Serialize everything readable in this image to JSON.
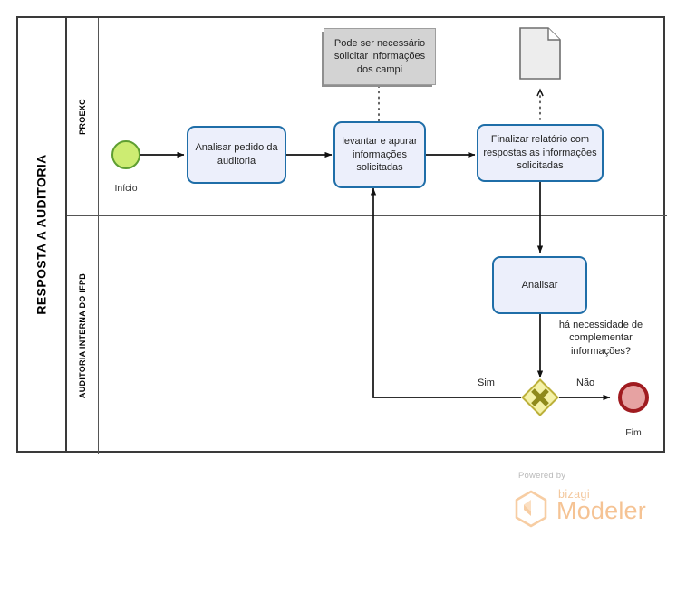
{
  "diagram": {
    "title": "RESPOSTA A AUDITORIA",
    "type": "bpmn-process-diagram",
    "pool": {
      "label": "RESPOSTA A AUDITORIA",
      "lanes": [
        {
          "id": "lane-proexc",
          "label": "PROEXC"
        },
        {
          "id": "lane-auditoria",
          "label": "AUDITORIA INTERNA DO IFPB"
        }
      ]
    },
    "events": [
      {
        "id": "start-event",
        "kind": "start",
        "label": "Início",
        "fill": "#cdec72",
        "stroke": "#5e9e31"
      },
      {
        "id": "end-event",
        "kind": "end",
        "label": "Fim",
        "fill": "#e6a2a2",
        "stroke": "#a01b20"
      }
    ],
    "tasks": [
      {
        "id": "task-analisar-pedido",
        "lane": "lane-proexc",
        "label": "Analisar pedido da auditoria"
      },
      {
        "id": "task-levantar-apurar",
        "lane": "lane-proexc",
        "label": "levantar e apurar informações solicitadas"
      },
      {
        "id": "task-finalizar-relatorio",
        "lane": "lane-proexc",
        "label": "Finalizar relatório com respostas as informações solicitadas"
      },
      {
        "id": "task-analisar",
        "lane": "lane-auditoria",
        "label": "Analisar"
      }
    ],
    "gateways": [
      {
        "id": "gateway-exclusive",
        "kind": "exclusive",
        "question": "há necessidade de complementar informações?",
        "fill": "#f5f2a8",
        "stroke": "#b5a832",
        "outgoing": [
          {
            "label": "Sim",
            "target": "task-levantar-apurar"
          },
          {
            "label": "Não",
            "target": "end-event"
          }
        ]
      }
    ],
    "artifacts": [
      {
        "id": "annotation-campi",
        "kind": "text-annotation",
        "label": "Pode ser necessário solicitar informações dos campi",
        "attached_to": "task-levantar-apurar"
      },
      {
        "id": "data-object-relatorio",
        "kind": "data-object",
        "label": "",
        "attached_to": "task-finalizar-relatorio"
      }
    ],
    "task_style": {
      "fill": "#eceffb",
      "stroke": "#1f6ea8"
    }
  },
  "watermark": {
    "powered_by": "Powered by",
    "brand": "bizagi",
    "product": "Modeler",
    "color": "#f5c394"
  }
}
